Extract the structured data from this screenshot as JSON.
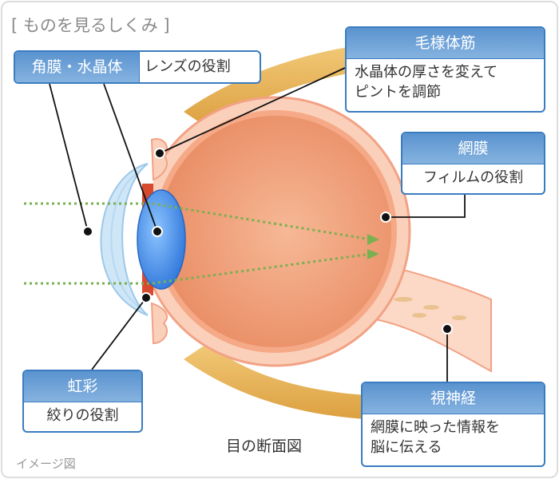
{
  "title": "[ ものを見るしくみ ]",
  "caption": "目の断面図",
  "note": "イメージ図",
  "labels": {
    "cornea_lens": {
      "name": "角膜・水晶体",
      "desc": "レンズの役割"
    },
    "ciliary": {
      "name": "毛様体筋",
      "desc1": "水晶体の厚さを変えて",
      "desc2": "ピントを調節"
    },
    "retina": {
      "name": "網膜",
      "desc": "フィルムの役割"
    },
    "iris": {
      "name": "虹彩",
      "desc": "絞りの役割"
    },
    "optic": {
      "name": "視神経",
      "desc1": "網膜に映った情報を",
      "desc2": "脳に伝える"
    }
  },
  "colors": {
    "accent": "#3a7cc0",
    "eyeball": "#f0a07a",
    "lens": "#3f8fe8",
    "muscle": "#e8b450",
    "light_path": "#7ab050"
  }
}
